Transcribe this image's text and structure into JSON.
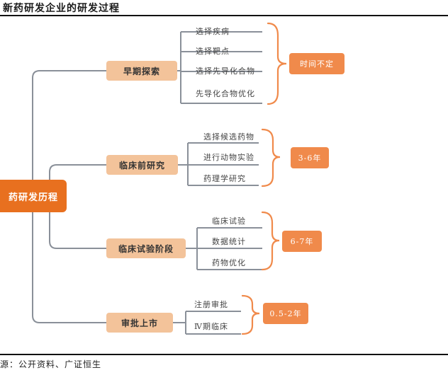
{
  "title": "新药研发企业的研发过程",
  "source": "源：公开资料、广证恒生",
  "root": "药研发历程",
  "stages": [
    {
      "label": "早期探索",
      "tasks": [
        "选择疾病",
        "选择靶点",
        "选择先导化合物",
        "先导化合物优化"
      ],
      "duration": "时间不定"
    },
    {
      "label": "临床前研究",
      "tasks": [
        "选择候选药物",
        "进行动物实验",
        "药理学研究"
      ],
      "duration": "3-6年"
    },
    {
      "label": "临床试验阶段",
      "tasks": [
        "临床试验",
        "数据统计",
        "药物优化"
      ],
      "duration": "6-7年"
    },
    {
      "label": "审批上市",
      "tasks": [
        "注册审批",
        "Ⅳ期临床"
      ],
      "duration": "0.5-2年"
    }
  ],
  "colors": {
    "root": "#e8701f",
    "stage": "#f3c39a",
    "duration": "#f08a4b",
    "brace": "#f08a4b",
    "connector": "#8a9099"
  }
}
